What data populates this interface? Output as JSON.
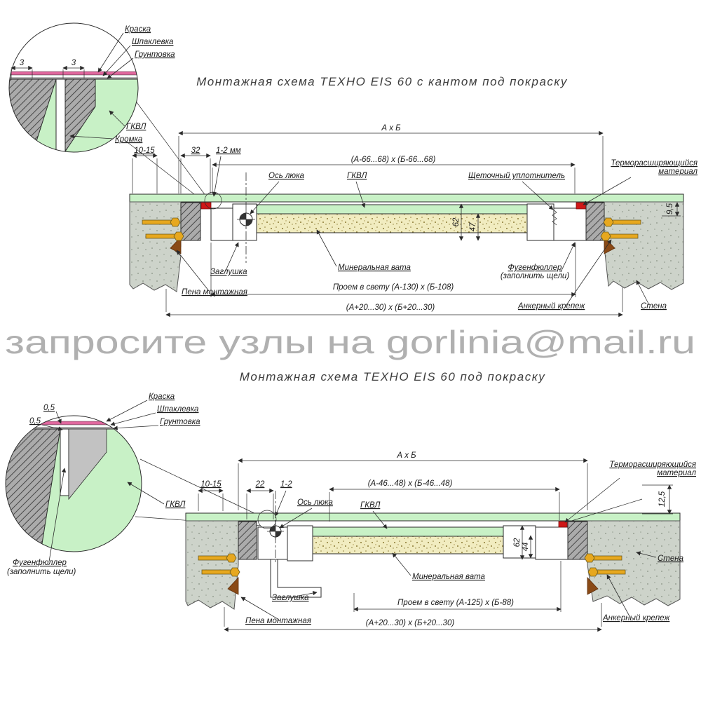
{
  "watermark": "запросите узлы на gorlinia@mail.ru",
  "top": {
    "title": "Монтажная схема ТЕХНО EIS 60 с кантом под покраску",
    "detail": {
      "paint": "Краска",
      "putty": "Шпаклевка",
      "primer": "Грунтовка",
      "gkvl": "ГКВЛ",
      "edge": "Кромка",
      "dim_a": "3",
      "dim_b": "3"
    },
    "dims": {
      "axb": "А х Б",
      "frame": "(А-66...68) х (Б-66...68)",
      "gap": "10-15",
      "d32": "32",
      "d12": "1-2 мм",
      "d62": "62",
      "d47": "47",
      "d95": "9,5",
      "clear": "Проем в свету (А-130) х (Б-108)",
      "outer": "(А+20...30) х (Б+20...30)"
    },
    "labels": {
      "axis": "Ось люка",
      "gkvl": "ГКВЛ",
      "brush": "Щеточный уплотнитель",
      "thermo1": "Терморасширяющийся",
      "thermo2": "материал",
      "plug": "Заглушка",
      "wool": "Минеральная вата",
      "fugen1": "Фугенфюллер",
      "fugen2": "(заполнить щели)",
      "foam": "Пена монтажная",
      "anchor": "Анкерный крепеж",
      "wall": "Стена"
    }
  },
  "bottom": {
    "title": "Монтажная схема ТЕХНО EIS 60 под покраску",
    "detail": {
      "paint": "Краска",
      "putty": "Шпаклевка",
      "primer": "Грунтовка",
      "gkvl": "ГКВЛ",
      "fugen1": "Фугенфюллер",
      "fugen2": "(заполнить щели)",
      "dim_a": "0,5",
      "dim_b": "0,5"
    },
    "dims": {
      "axb": "А х Б",
      "frame": "(А-46...48) х (Б-46...48)",
      "gap": "10-15",
      "d22": "22",
      "d12": "1-2",
      "d62": "62",
      "d44": "44",
      "d125": "12,5",
      "clear": "Проем в свету (А-125) х (Б-88)",
      "outer": "(А+20...30) х (Б+20...30)"
    },
    "labels": {
      "axis": "Ось люка",
      "gkvl": "ГКВЛ",
      "thermo1": "Терморасширяющийся",
      "thermo2": "материал",
      "plug": "Заглушка",
      "wool": "Минеральная вата",
      "foam": "Пена монтажная",
      "anchor": "Анкерный крепеж",
      "wall": "Стена"
    }
  }
}
